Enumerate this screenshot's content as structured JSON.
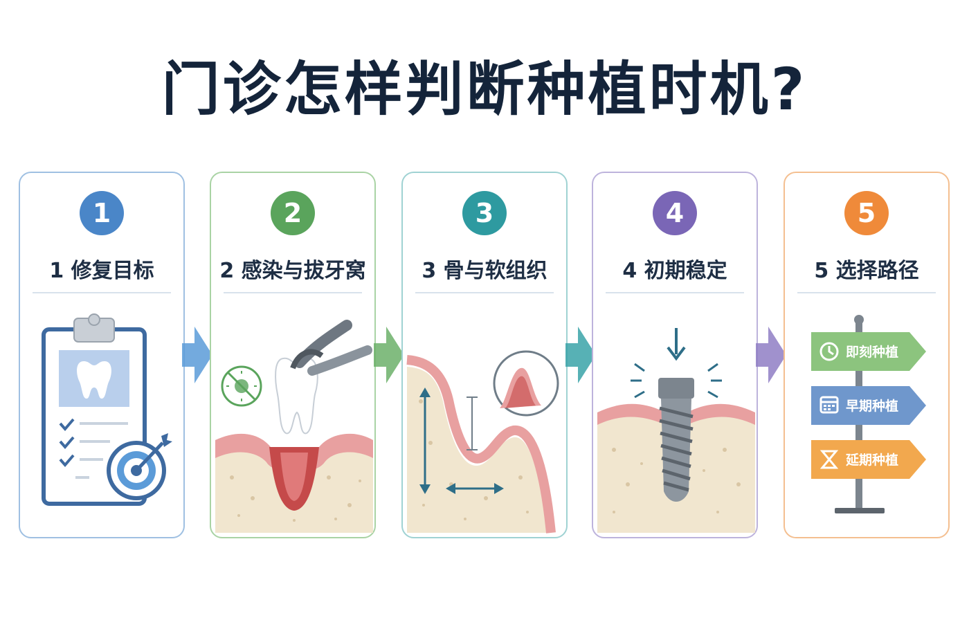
{
  "title": "门诊怎样判断种植时机?",
  "steps": [
    {
      "number": "1",
      "label": "1 修复目标",
      "color": "#4a86c8",
      "border": "#9fc0e2"
    },
    {
      "number": "2",
      "label": "2 感染与拔牙窝",
      "color": "#5aa45c",
      "border": "#a9d3a4"
    },
    {
      "number": "3",
      "label": "3 骨与软组织",
      "color": "#2e9aa0",
      "border": "#9fd2d3"
    },
    {
      "number": "4",
      "label": "4 初期稳定",
      "color": "#7a66b6",
      "border": "#bdb3dc"
    },
    {
      "number": "5",
      "label": "5 选择路径",
      "color": "#ef8a3a",
      "border": "#f4bf90"
    }
  ],
  "signpost": {
    "immediate": "即刻种植",
    "early": "早期种植",
    "delayed": "延期种植"
  },
  "colors": {
    "gum": "#e8a0a0",
    "bone": "#f1e6cf",
    "arrow1": "#5b9bd8",
    "arrow2": "#6cb06a",
    "arrow3": "#3aa3a8",
    "arrow4": "#8f7ec4"
  },
  "icons": {
    "card1": "clipboard-tooth-target-icon",
    "card2": "forceps-extraction-no-infection-icon",
    "card3": "bone-soft-tissue-measure-icon",
    "card4": "implant-screw-stability-icon",
    "card5": "signpost-paths-icon"
  }
}
